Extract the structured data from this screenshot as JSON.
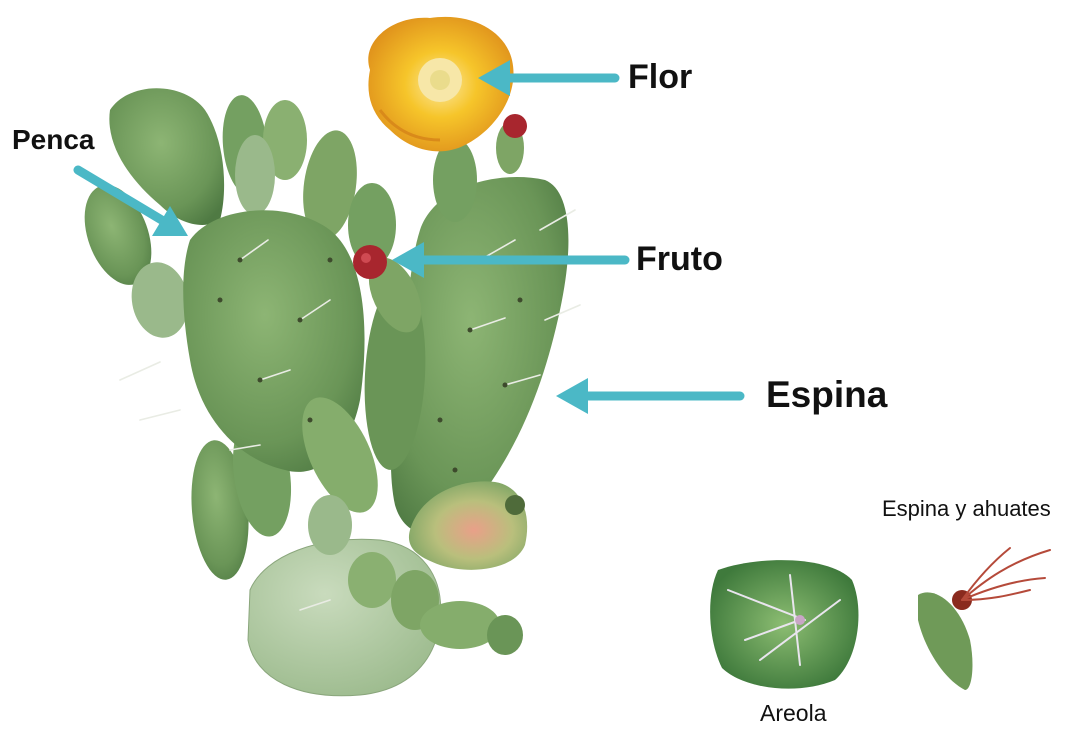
{
  "labels": {
    "flor": "Flor",
    "penca": "Penca",
    "fruto": "Fruto",
    "espina": "Espina",
    "espina_y_ahuates": "Espina y ahuates",
    "areola": "Areola"
  },
  "colors": {
    "arrow": "#4bb8c6",
    "pad_dark": "#5e8a4e",
    "pad_mid": "#7ea565",
    "pad_light": "#b8ceaa",
    "flower_yellow": "#f6c52a",
    "fruit_red": "#a8262e",
    "fruit_pink": "#e8a38c"
  }
}
